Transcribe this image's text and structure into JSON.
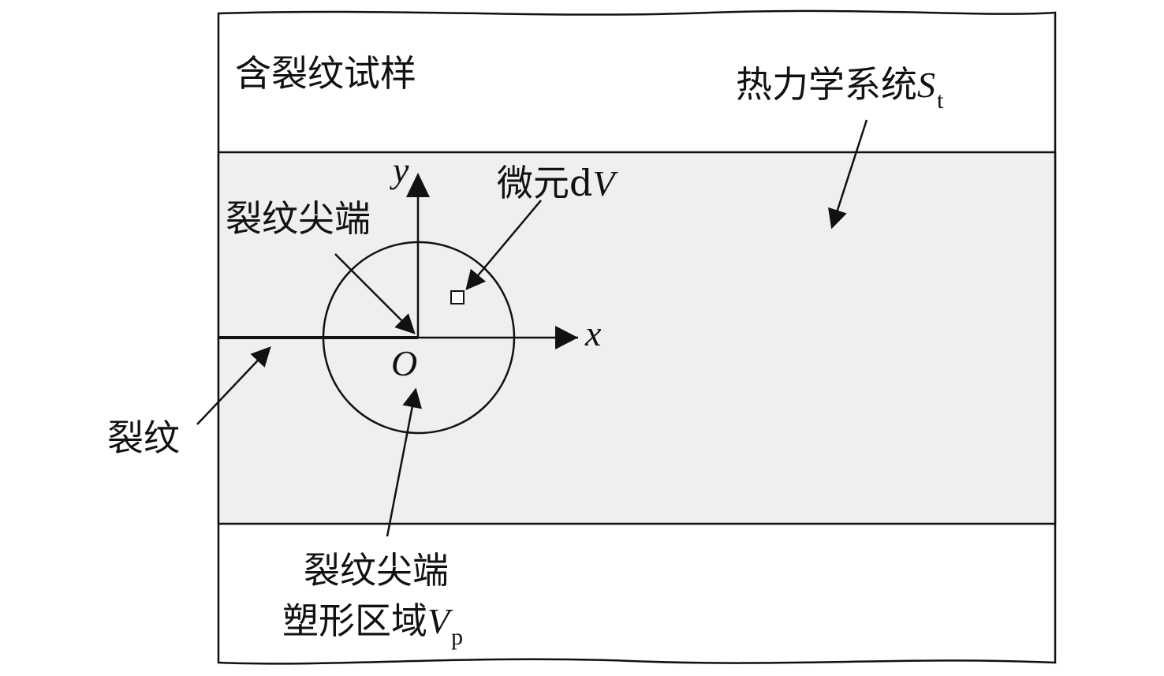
{
  "labels": {
    "specimen": "含裂纹试样",
    "thermo_system": "热力学系统",
    "thermo_symbol": "S",
    "thermo_sub": "t",
    "micro_element": "微元d",
    "micro_symbol": "V",
    "crack_tip": "裂纹尖端",
    "crack": "裂纹",
    "plastic_line1": "裂纹尖端",
    "plastic_line2": "塑形区域",
    "plastic_symbol": "V",
    "plastic_sub": "p",
    "axis_x": "x",
    "axis_y": "y",
    "origin": "O"
  },
  "colors": {
    "band_fill": "#efefef",
    "stroke": "#111111",
    "background": "#ffffff"
  }
}
